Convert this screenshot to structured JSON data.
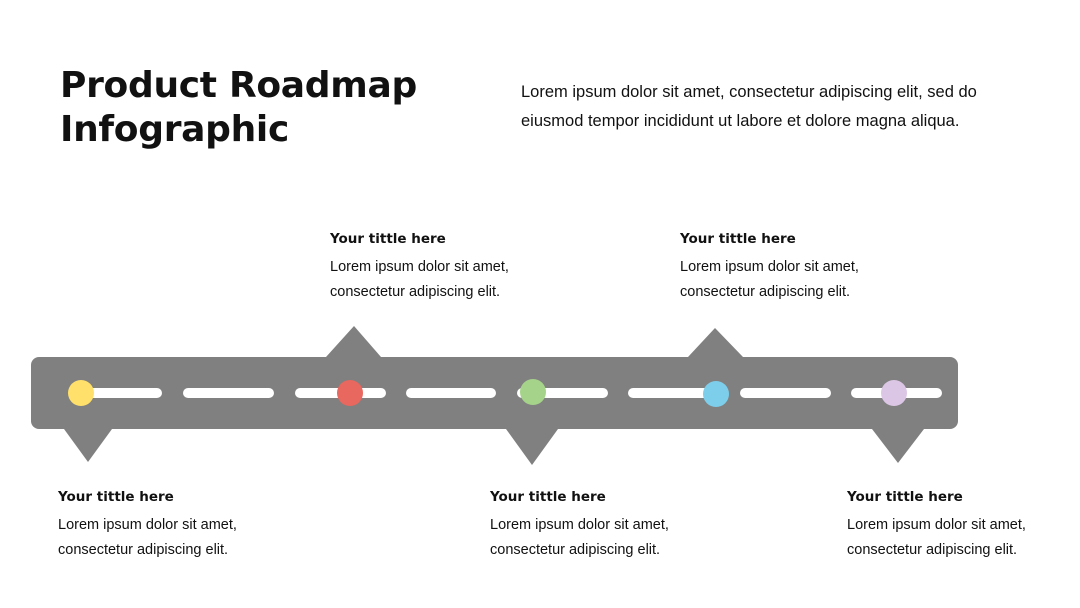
{
  "header": {
    "title": "Product Roadmap Infographic",
    "description": "Lorem ipsum dolor sit amet, consectetur adipiscing elit, sed do eiusmod tempor incididunt ut labore et dolore magna aliqua."
  },
  "road": {
    "color": "#808080",
    "lane_marking_color": "#ffffff",
    "milestone_colors": [
      "#FFE06B",
      "#E8675E",
      "#A6D38A",
      "#7DCEEB",
      "#DCC6E6"
    ]
  },
  "milestones": [
    {
      "title": "Your tittle here",
      "text": "Lorem ipsum dolor sit amet, consectetur adipiscing elit."
    },
    {
      "title": "Your tittle here",
      "text": "Lorem ipsum dolor sit amet, consectetur adipiscing elit."
    },
    {
      "title": "Your tittle here",
      "text": "Lorem ipsum dolor sit amet, consectetur adipiscing elit."
    },
    {
      "title": "Your tittle here",
      "text": "Lorem ipsum dolor sit amet, consectetur adipiscing elit."
    },
    {
      "title": "Your tittle here",
      "text": "Lorem ipsum dolor sit amet, consectetur adipiscing elit."
    }
  ]
}
